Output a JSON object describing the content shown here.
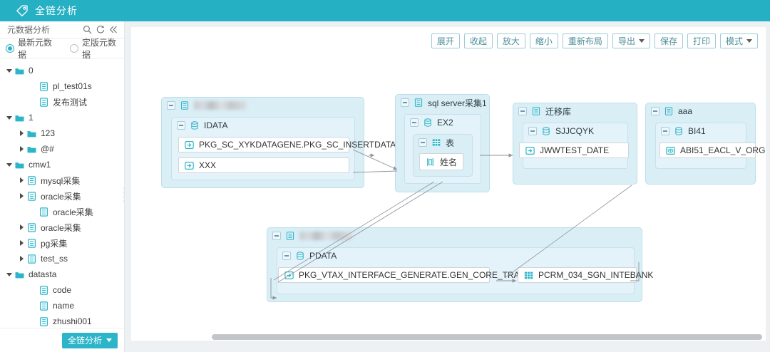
{
  "titlebar": {
    "icon": "tag-icon",
    "title": "全链分析"
  },
  "sidebar": {
    "header": {
      "title": "元数据分析",
      "icons": [
        {
          "name": "search-icon"
        },
        {
          "name": "refresh-icon"
        },
        {
          "name": "collapse-left-icon"
        }
      ]
    },
    "radios": [
      {
        "label": "最新元数据",
        "checked": true
      },
      {
        "label": "定版元数据",
        "checked": false
      }
    ],
    "tree": [
      {
        "label": "0",
        "icon": "folder-icon",
        "caret": "down",
        "depth": 0
      },
      {
        "label": "pl_test01s",
        "icon": "document-icon",
        "caret": "none",
        "depth": 2
      },
      {
        "label": "发布测试",
        "icon": "document-icon",
        "caret": "none",
        "depth": 2
      },
      {
        "label": "1",
        "icon": "folder-icon",
        "caret": "down",
        "depth": 0
      },
      {
        "label": "123",
        "icon": "folder-icon",
        "caret": "right",
        "depth": 1
      },
      {
        "label": "@#",
        "icon": "folder-icon",
        "caret": "right",
        "depth": 1
      },
      {
        "label": "cmw1",
        "icon": "folder-icon",
        "caret": "down",
        "depth": 0
      },
      {
        "label": "mysql采集",
        "icon": "document-icon",
        "caret": "right",
        "depth": 1
      },
      {
        "label": "oracle采集",
        "icon": "document-icon",
        "caret": "right",
        "depth": 1
      },
      {
        "label": "oracle采集",
        "icon": "document-icon",
        "caret": "none",
        "depth": 2
      },
      {
        "label": "oracle采集",
        "icon": "document-icon",
        "caret": "right",
        "depth": 1
      },
      {
        "label": "pg采集",
        "icon": "document-icon",
        "caret": "right",
        "depth": 1
      },
      {
        "label": "test_ss",
        "icon": "document-icon",
        "caret": "right",
        "depth": 1
      },
      {
        "label": "datasta",
        "icon": "folder-icon",
        "caret": "down",
        "depth": 0
      },
      {
        "label": "code",
        "icon": "document-icon",
        "caret": "none",
        "depth": 2
      },
      {
        "label": "name",
        "icon": "document-icon",
        "caret": "none",
        "depth": 2
      },
      {
        "label": "zhushi001",
        "icon": "document-icon",
        "caret": "none",
        "depth": 2
      }
    ],
    "footer": {
      "button_label": "全链分析"
    }
  },
  "toolbar": {
    "buttons": [
      {
        "label": "展开",
        "dropdown": false
      },
      {
        "label": "收起",
        "dropdown": false
      },
      {
        "label": "放大",
        "dropdown": false
      },
      {
        "label": "缩小",
        "dropdown": false
      },
      {
        "label": "重新布局",
        "dropdown": false
      },
      {
        "label": "导出",
        "dropdown": true
      },
      {
        "label": "保存",
        "dropdown": false
      },
      {
        "label": "打印",
        "dropdown": false
      },
      {
        "label": "模式",
        "dropdown": true
      }
    ]
  },
  "graph": {
    "groups": [
      {
        "id": "g1",
        "title": "",
        "title_redacted": true,
        "icon": "document-icon",
        "sub": {
          "title": "IDATA",
          "icon": "database-icon"
        },
        "leaves": [
          {
            "label": "PKG_SC_XYKDATAGENE.PKG_SC_INSERTDATA",
            "icon": "procedure-icon"
          },
          {
            "label": "XXX",
            "icon": "procedure-icon"
          }
        ]
      },
      {
        "id": "g2",
        "title": "sql server采集1",
        "title_redacted": false,
        "icon": "document-icon",
        "sub": {
          "title": "EX2",
          "icon": "database-icon"
        },
        "sub2": {
          "title": "表",
          "icon": "table-icon"
        },
        "leaves": [
          {
            "label": "姓名",
            "icon": "column-icon"
          }
        ]
      },
      {
        "id": "g3",
        "title": "迁移库",
        "title_redacted": false,
        "icon": "document-icon",
        "sub": {
          "title": "SJJCQYK",
          "icon": "database-icon"
        },
        "leaves": [
          {
            "label": "JWWTEST_DATE",
            "icon": "procedure-icon"
          }
        ]
      },
      {
        "id": "g4",
        "title": "aaa",
        "title_redacted": false,
        "icon": "document-icon",
        "sub": {
          "title": "BI41",
          "icon": "database-icon"
        },
        "leaves": [
          {
            "label": "ABI51_EACL_V_ORG",
            "icon": "view-icon"
          }
        ]
      },
      {
        "id": "g5",
        "title": "",
        "title_redacted": true,
        "icon": "document-icon",
        "sub": {
          "title": "PDATA",
          "icon": "database-icon"
        },
        "leaves": [
          {
            "label": "PKG_VTAX_INTERFACE_GENERATE.GEN_CORE_TRAN_TYPE",
            "icon": "procedure-icon"
          },
          {
            "label": "PCRM_034_SGN_INTEBANK",
            "icon": "table-icon"
          }
        ]
      }
    ]
  },
  "colors": {
    "brand": "#25b0c4",
    "node_fill": "#daeef6",
    "node_border": "#bcdfea",
    "sub_fill": "#e4f2f9",
    "edge": "#8d9399",
    "page_bg": "#eef1f3"
  }
}
